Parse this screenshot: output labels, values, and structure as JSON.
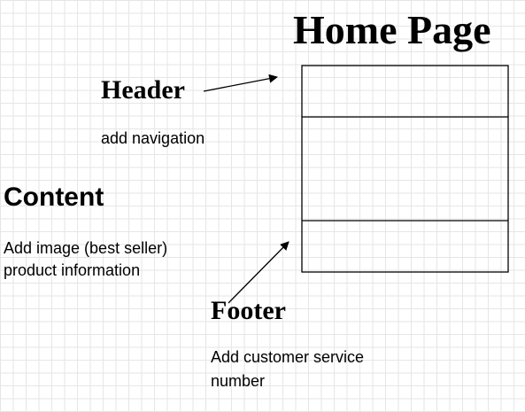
{
  "title": "Home Page",
  "header": {
    "title": "Header",
    "description": "add navigation"
  },
  "content": {
    "title": "Content",
    "description_lines": [
      "Add image (best seller)",
      "product information"
    ]
  },
  "footer": {
    "title": "Footer",
    "description_lines": [
      "Add customer service",
      "number"
    ]
  },
  "colors": {
    "stroke": "#000000",
    "grid": "#e6e6e6",
    "background": "#ffffff"
  }
}
